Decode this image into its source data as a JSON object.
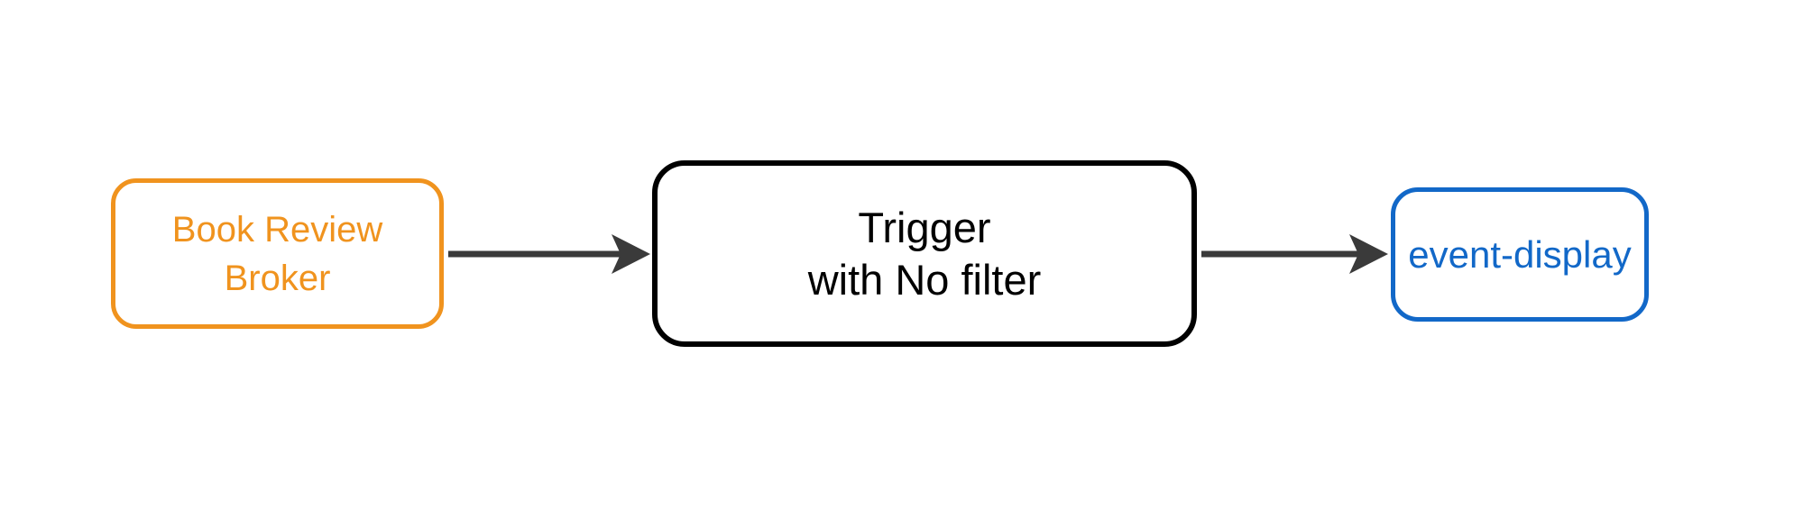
{
  "diagram": {
    "nodes": [
      {
        "id": "book-review-broker",
        "lines": [
          "Book Review",
          "Broker"
        ],
        "color": "#F0931E"
      },
      {
        "id": "trigger",
        "lines": [
          "Trigger",
          "with No filter"
        ],
        "color": "#000000"
      },
      {
        "id": "event-display",
        "lines": [
          "event-display"
        ],
        "color": "#1268C8"
      }
    ],
    "edges": [
      {
        "from": "book-review-broker",
        "to": "trigger"
      },
      {
        "from": "trigger",
        "to": "event-display"
      }
    ],
    "colors": {
      "arrow": "#3A3A3A",
      "background": "#FFFFFF"
    }
  }
}
